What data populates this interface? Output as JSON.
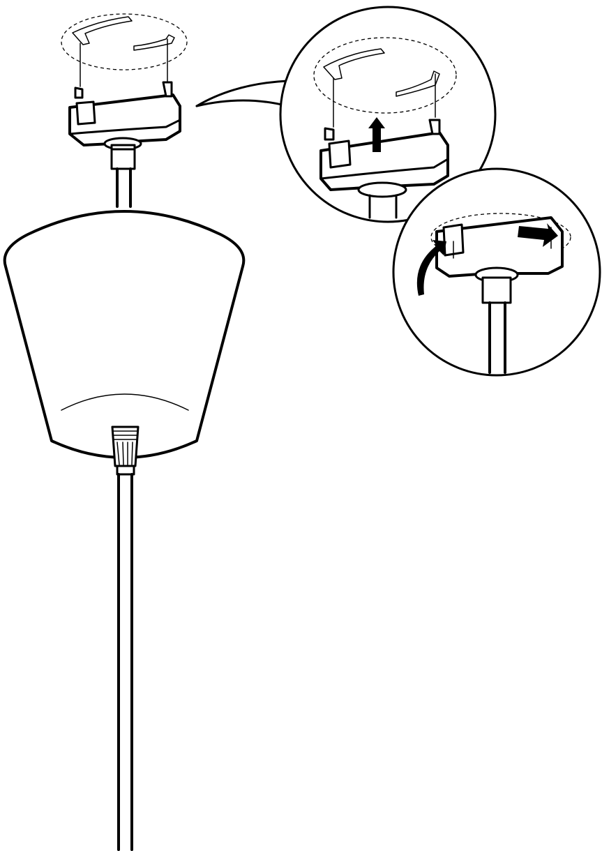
{
  "diagram": {
    "type": "installation-illustration",
    "colors": {
      "line": "#000000",
      "background": "#ffffff"
    },
    "parts": [
      "track-clip-outline",
      "track-adapter",
      "suspension-rod",
      "pendant-shade",
      "cable-gland",
      "power-cable"
    ],
    "callouts": [
      {
        "name": "zoom-lift-adapter",
        "arrow": "up-arrow-icon"
      },
      {
        "name": "zoom-rotate-lock",
        "arrow": "curved-arrow-icon"
      }
    ]
  }
}
